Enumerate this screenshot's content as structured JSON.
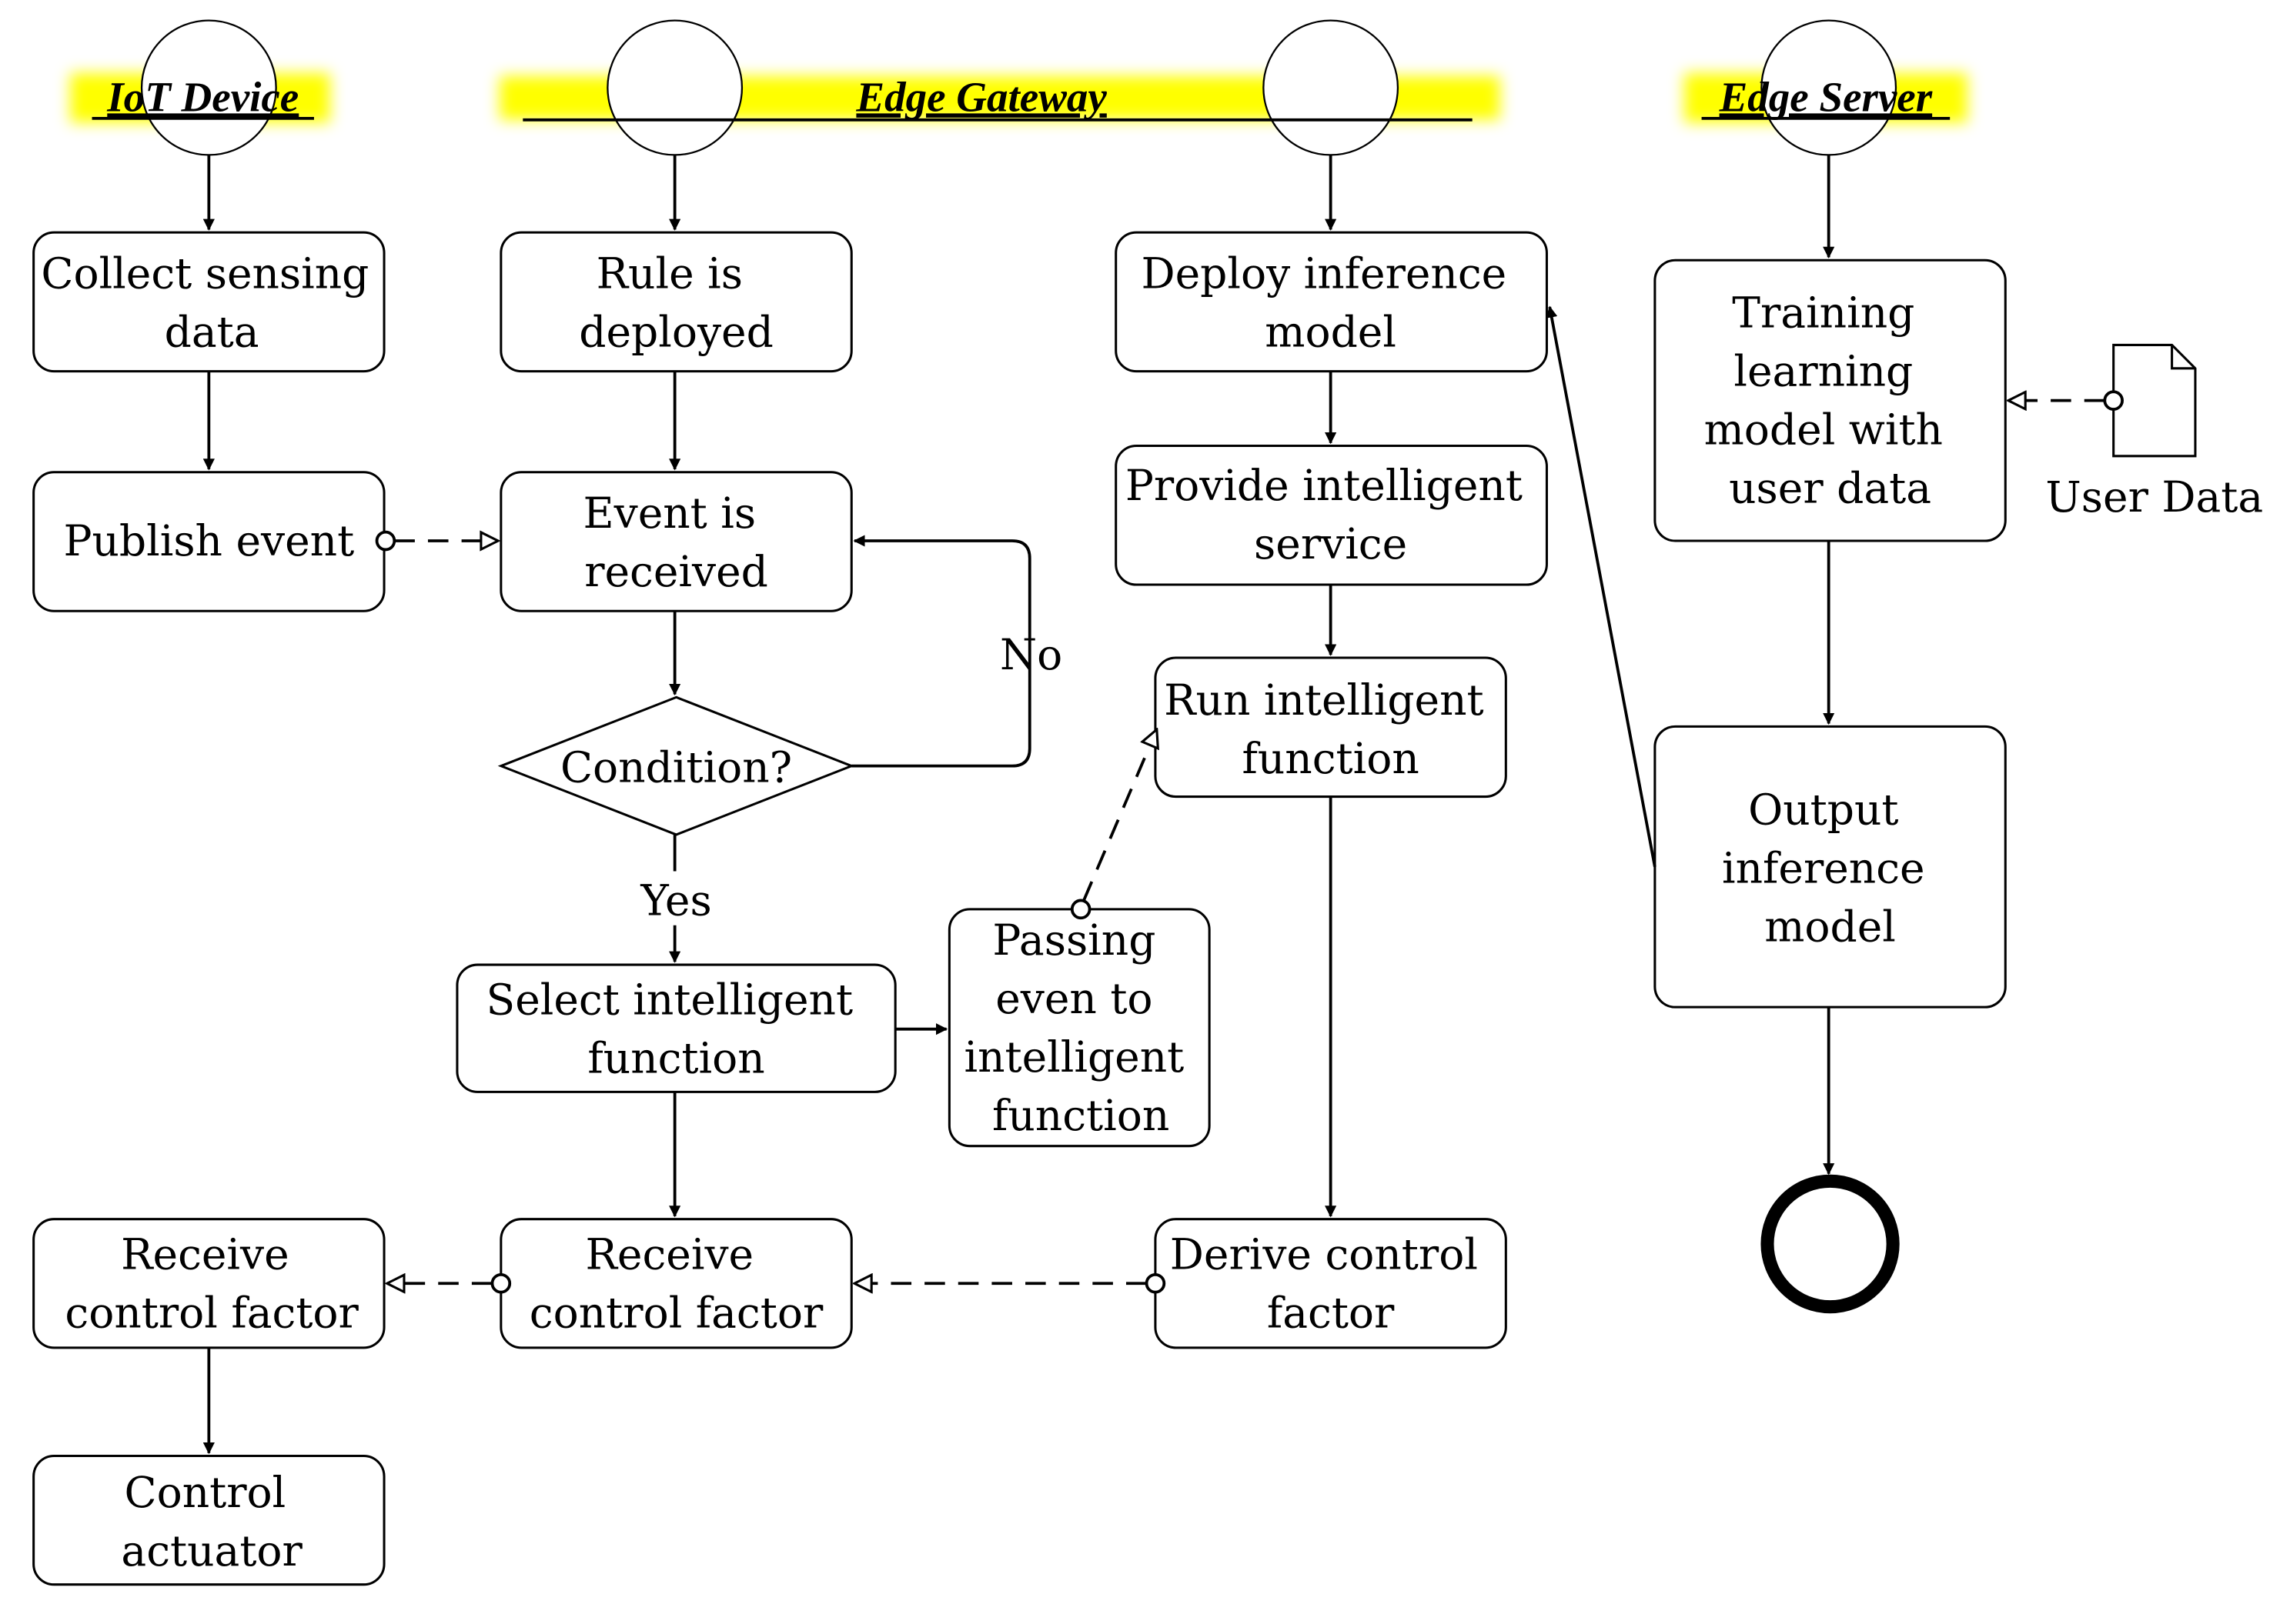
{
  "lanes": {
    "iot_device": "IoT Device",
    "edge_gateway": "Edge Gateway",
    "edge_server": "Edge Server"
  },
  "nodes": {
    "collect_sensing": [
      "Collect sensing",
      "data"
    ],
    "publish_event": [
      "Publish event"
    ],
    "receive_control_device": [
      "Receive",
      "control factor"
    ],
    "control_actuator": [
      "Control",
      "actuator"
    ],
    "rule_deployed": [
      "Rule is",
      "deployed"
    ],
    "event_received": [
      "Event is",
      "received"
    ],
    "condition": [
      "Condition?"
    ],
    "select_function": [
      "Select intelligent",
      "function"
    ],
    "passing_event": [
      "Passing",
      "even to",
      "intelligent",
      "function"
    ],
    "receive_control_gateway": [
      "Receive",
      "control factor"
    ],
    "deploy_model": [
      "Deploy inference",
      "model"
    ],
    "provide_service": [
      "Provide intelligent",
      "service"
    ],
    "run_function": [
      "Run intelligent",
      "function"
    ],
    "derive_control": [
      "Derive control",
      "factor"
    ],
    "training_model": [
      "Training",
      "learning",
      "model with",
      "user data"
    ],
    "output_model": [
      "Output",
      "inference",
      "model"
    ]
  },
  "edge_labels": {
    "no": "No",
    "yes": "Yes"
  },
  "data_object": {
    "label": "User Data"
  }
}
